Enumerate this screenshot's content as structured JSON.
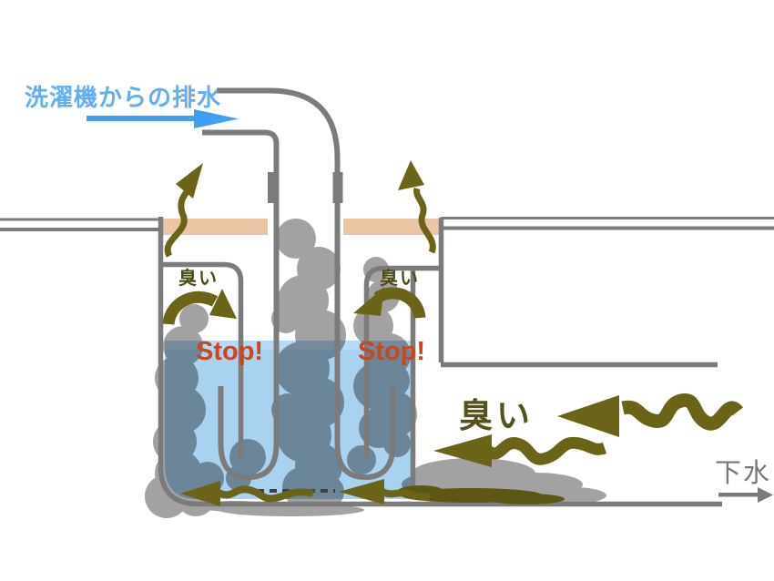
{
  "diagram": {
    "inflow_label": "洗濯機からの排水",
    "odor_small_left_label": "臭い",
    "odor_small_right_label": "臭い",
    "odor_large_label": "臭い",
    "stop_left_label": "Stop!",
    "stop_right_label": "Stop!",
    "sewer_label": "下水",
    "colors": {
      "inflow_text_blue": "#62aef2",
      "inflow_arrow_blue": "#3f9ff0",
      "pipe_line_gray": "#7b7b7b",
      "floor_slab_tan": "#ecc6a4",
      "water_blue": "#a9d2f1",
      "smoke_gray": "#a2a2a2",
      "odor_arrow_olive": "#6b6418",
      "odor_blob_olive": "#5c5713",
      "odor_text_olive": "#4c4b15",
      "stop_text_red": "#c9471e",
      "sewer_text_gray": "#767676"
    }
  }
}
